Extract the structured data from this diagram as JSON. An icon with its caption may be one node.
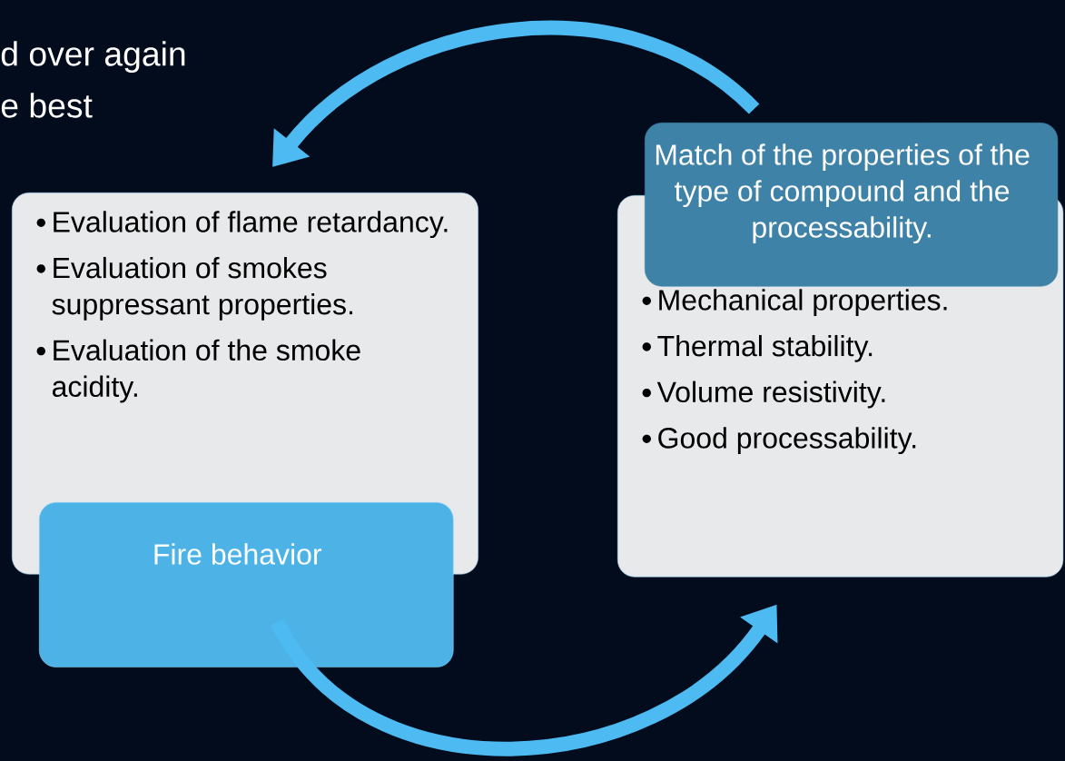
{
  "diagram": {
    "nodes": [
      {
        "text": [
          "Evaluation of flame retardancy.",
          "Evaluation of smokes suppressant properties.",
          "Evaluation of the smoke acidity."
        ]
      },
      {
        "text": [
          "Fire behavior"
        ]
      },
      {
        "text": [
          "Mechanical properties.",
          "Thermal stability.",
          "Volume resistivity.",
          "Good processability."
        ]
      },
      {
        "text": [
          "Match of the properties of the type of compound and the processability."
        ]
      }
    ],
    "edges": [
      {
        "from": 3,
        "to": 0,
        "arrow": "to"
      },
      {
        "from": 1,
        "to": 2,
        "arrow": "to"
      }
    ],
    "labels": [
      "d over again",
      "e best"
    ]
  }
}
